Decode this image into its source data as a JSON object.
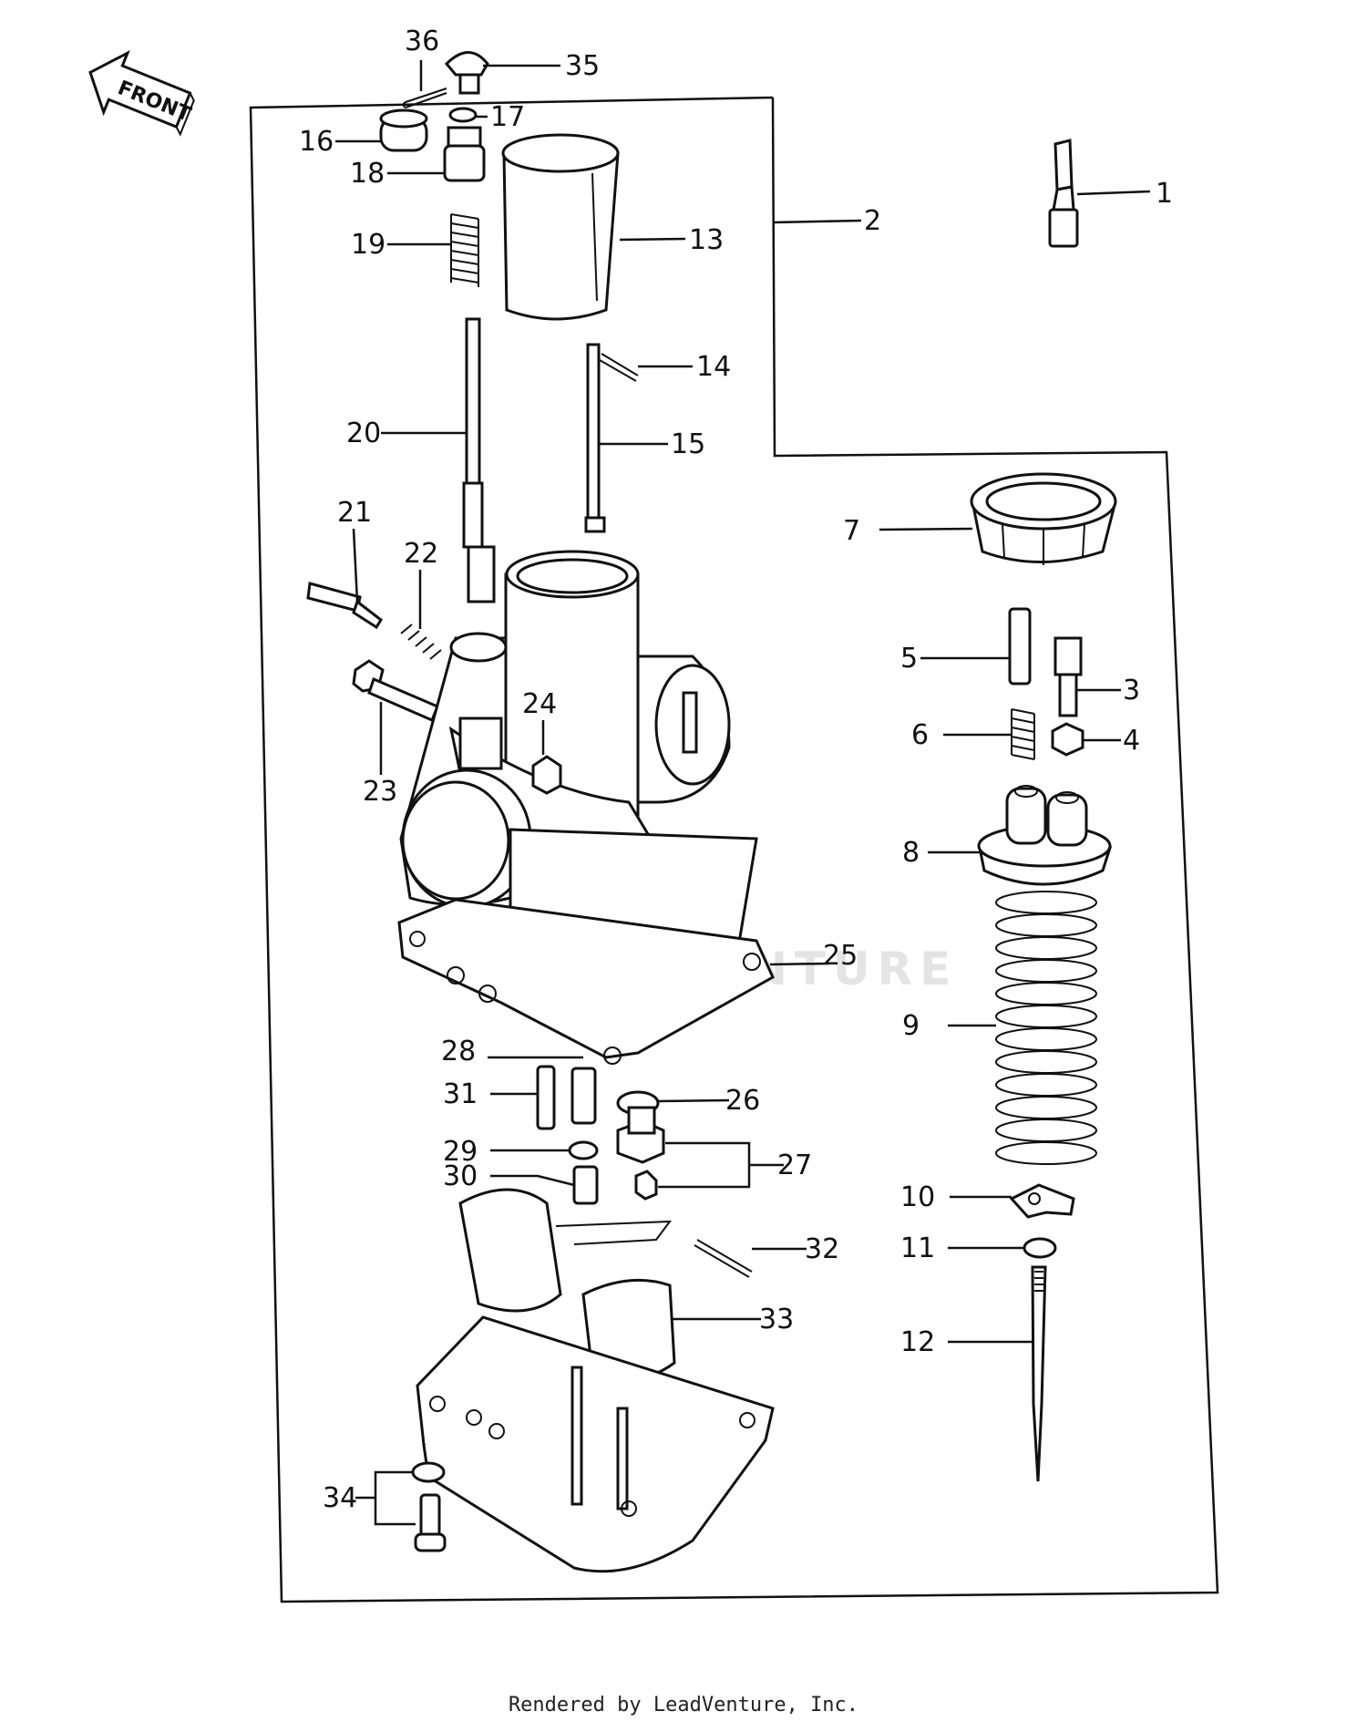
{
  "front_arrow": {
    "label": "FRONT"
  },
  "watermark": "LEADVENTURE",
  "footer": "Rendered by LeadVenture, Inc.",
  "callouts": [
    "1",
    "2",
    "3",
    "4",
    "5",
    "6",
    "7",
    "8",
    "9",
    "10",
    "11",
    "12",
    "13",
    "14",
    "15",
    "16",
    "17",
    "18",
    "19",
    "20",
    "21",
    "22",
    "23",
    "24",
    "25",
    "26",
    "27",
    "28",
    "29",
    "30",
    "31",
    "32",
    "33",
    "34",
    "35",
    "36"
  ]
}
